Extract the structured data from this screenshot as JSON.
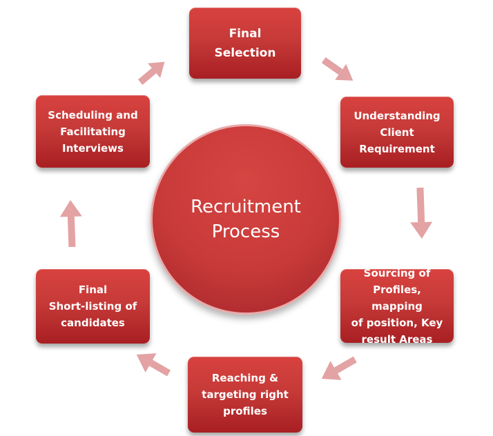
{
  "center": {
    "line1": "Recruitment",
    "line2": "Process"
  },
  "steps": [
    {
      "id": "final-selection",
      "lines": [
        "Final",
        "Selection"
      ]
    },
    {
      "id": "understanding",
      "lines": [
        "Understanding",
        "Client",
        "Requirement"
      ]
    },
    {
      "id": "sourcing",
      "lines": [
        "Sourcing of",
        "Profiles, mapping",
        "of position, Key",
        "result Areas"
      ]
    },
    {
      "id": "reaching",
      "lines": [
        "Reaching &",
        "targeting right",
        "profiles"
      ]
    },
    {
      "id": "shortlisting",
      "lines": [
        "Final",
        "Short-listing of",
        "candidates"
      ]
    },
    {
      "id": "scheduling",
      "lines": [
        "Scheduling and",
        "Facilitating",
        "Interviews"
      ]
    }
  ],
  "colors": {
    "box": "#c63a38",
    "arrow": "#e3a2a3",
    "circle_border": "#e9a8a8"
  },
  "icons": [
    "arrow-icon"
  ]
}
